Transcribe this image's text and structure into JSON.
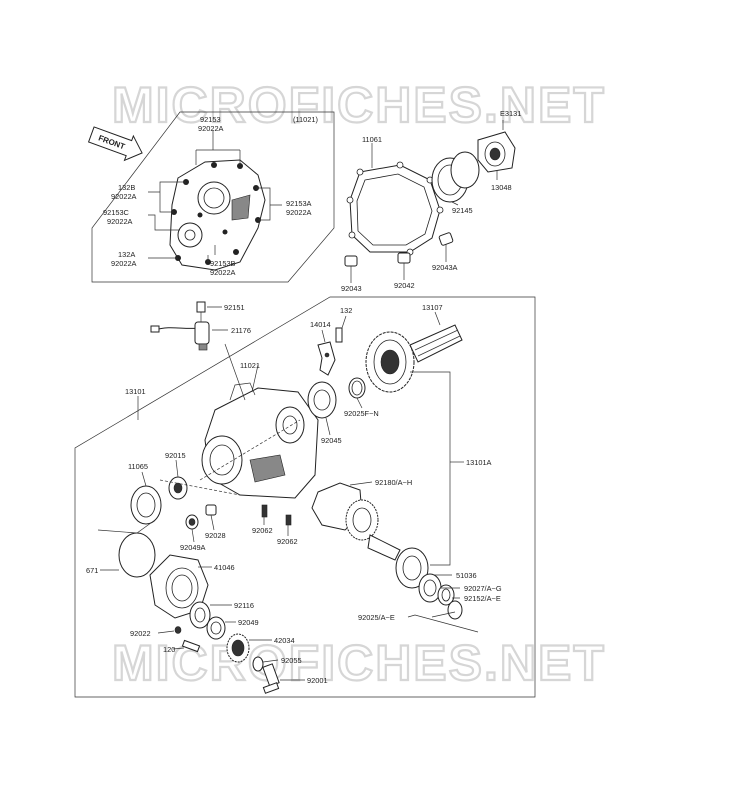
{
  "watermark": "MICROFICHES.NET",
  "front_arrow_label": "FRONT",
  "ref_11021": "(11021)",
  "labels": {
    "l_92153": "92153",
    "l_92022A_top": "92022A",
    "l_132B": "132B",
    "l_92022A_132B": "92022A",
    "l_92153C": "92153C",
    "l_92022A_153C": "92022A",
    "l_132A": "132A",
    "l_92022A_132A": "92022A",
    "l_92153B": "92153B",
    "l_92022A_153B": "92022A",
    "l_92153A": "92153A",
    "l_92022A_153A": "92022A",
    "l_11061": "11061",
    "l_E3131": "E3131",
    "l_13048": "13048",
    "l_92145": "92145",
    "l_92043A": "92043A",
    "l_92043": "92043",
    "l_92042": "92042",
    "l_92151": "92151",
    "l_21176": "21176",
    "l_14014": "14014",
    "l_132": "132",
    "l_13107": "13107",
    "l_11021": "11021",
    "l_13101": "13101",
    "l_92025FN": "92025F~N",
    "l_92045": "92045",
    "l_13101A": "13101A",
    "l_11065": "11065",
    "l_92015": "92015",
    "l_92180": "92180/A~H",
    "l_92028": "92028",
    "l_92049A": "92049A",
    "l_92062a": "92062",
    "l_92062b": "92062",
    "l_671": "671",
    "l_41046": "41046",
    "l_51036": "51036",
    "l_92027": "92027/A~G",
    "l_92152": "92152/A~E",
    "l_92116": "92116",
    "l_92025AE": "92025/A~E",
    "l_92049": "92049",
    "l_92022": "92022",
    "l_42034": "42034",
    "l_120": "120",
    "l_92055": "92055",
    "l_92001": "92001"
  }
}
